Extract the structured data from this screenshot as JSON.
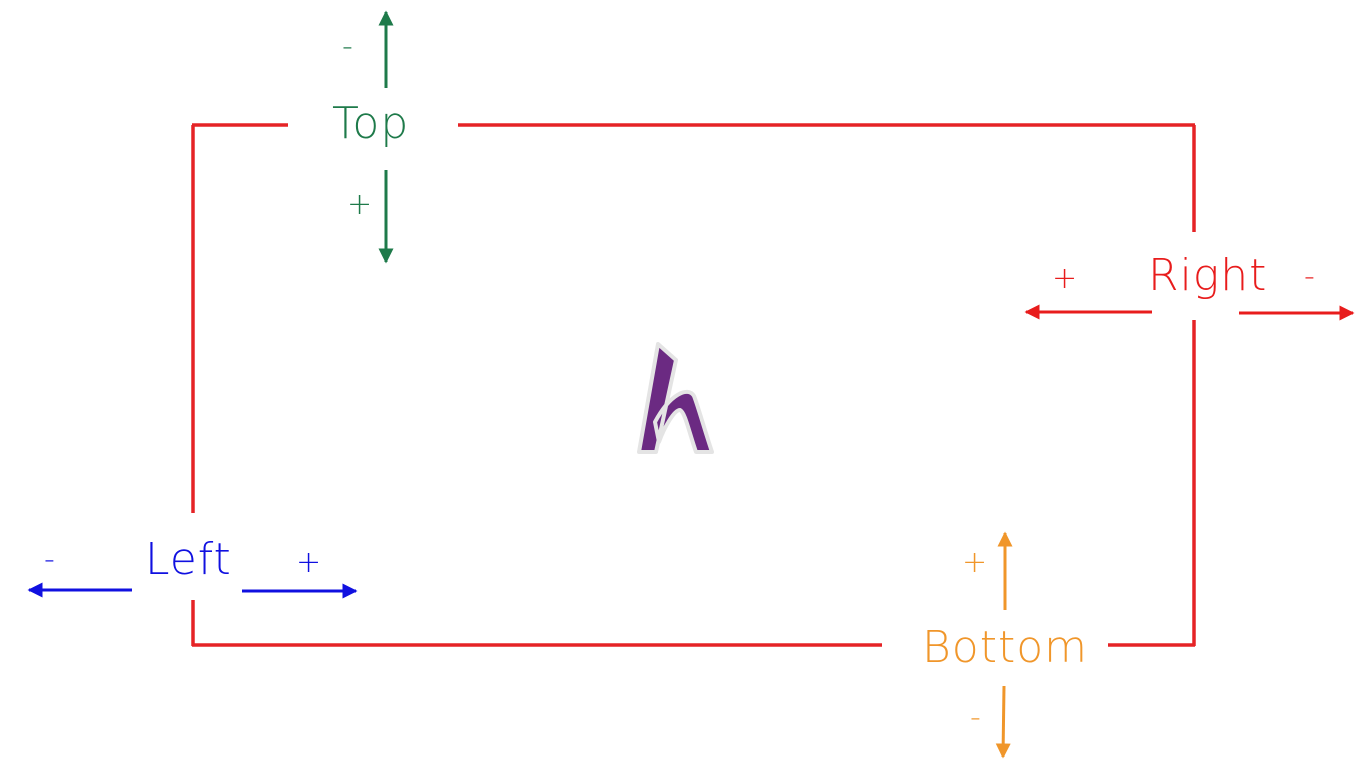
{
  "labels": {
    "top": "Top",
    "right": "Right",
    "left": "Left",
    "bottom": "Bottom"
  },
  "signs": {
    "top_minus": "-",
    "top_plus": "+",
    "right_plus": "+",
    "right_minus": "-",
    "left_minus": "-",
    "left_plus": "+",
    "bottom_plus": "+",
    "bottom_minus": "-"
  },
  "colors": {
    "frame": "#e52326",
    "top": "#1e7a4a",
    "right": "#e81c1c",
    "left": "#1010e0",
    "bottom": "#f0962a",
    "logo": "#6b2a82"
  },
  "icons": {
    "logo": "h-logo-icon"
  }
}
